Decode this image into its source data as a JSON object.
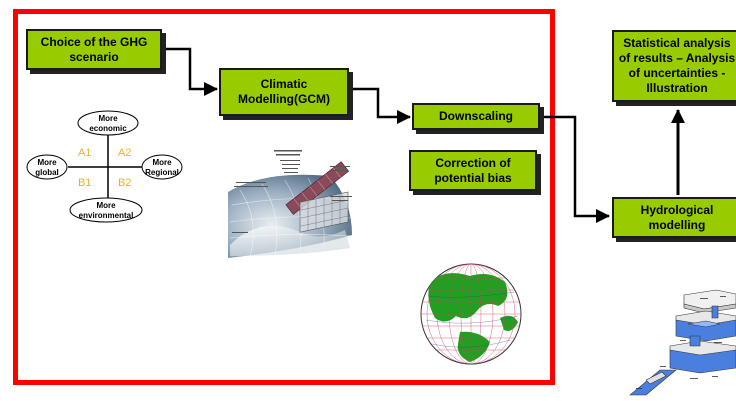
{
  "boxes": {
    "ghg": "Choice of the GHG\nscenario",
    "climatic": "Climatic\nModelling(GCM)",
    "downscaling": "Downscaling",
    "correction": "Correction of\npotential bias",
    "hydrological": "Hydrological\nmodelling",
    "statistical": "Statistical analysis\nof results – Analysis\nof uncertainties -\nIllustration"
  },
  "scenarios": {
    "top": [
      "More",
      "economic"
    ],
    "left": [
      "More",
      "global"
    ],
    "right": [
      "More",
      "Regional"
    ],
    "bottom": [
      "More",
      "environmental"
    ],
    "codes": [
      "A1",
      "A2",
      "B1",
      "B2"
    ]
  },
  "colors": {
    "box_fill": "#99cc00",
    "frame": "#ff0000",
    "scenario_code": "#f0b020",
    "reservoir": "#4a7fe0"
  },
  "illustrations": [
    "gcm-grid-earth-illustration",
    "globe-grid-illustration",
    "hydrological-reservoir-illustration"
  ]
}
